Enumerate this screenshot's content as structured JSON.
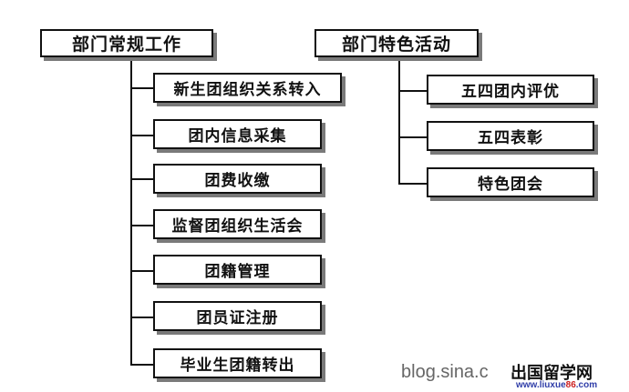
{
  "left_group": {
    "title": "部门常规工作",
    "items": [
      "新生团组织关系转入",
      "团内信息采集",
      "团费收缴",
      "监督团组织生活会",
      "团籍管理",
      "团员证注册",
      "毕业生团籍转出"
    ]
  },
  "right_group": {
    "title": "部门特色活动",
    "items": [
      "五四团内评优",
      "五四表彰",
      "特色团会"
    ]
  },
  "watermark": {
    "blog": "blog.sina.c",
    "cn_site": "出国留学网",
    "url_prefix": "www.liuxue",
    "url_num": "86",
    "url_suffix": ".com"
  },
  "colors": {
    "line": "#111111",
    "shadow": "#7a7a7a",
    "url_blue": "#2f3da8",
    "url_red": "#cc1f1f"
  }
}
